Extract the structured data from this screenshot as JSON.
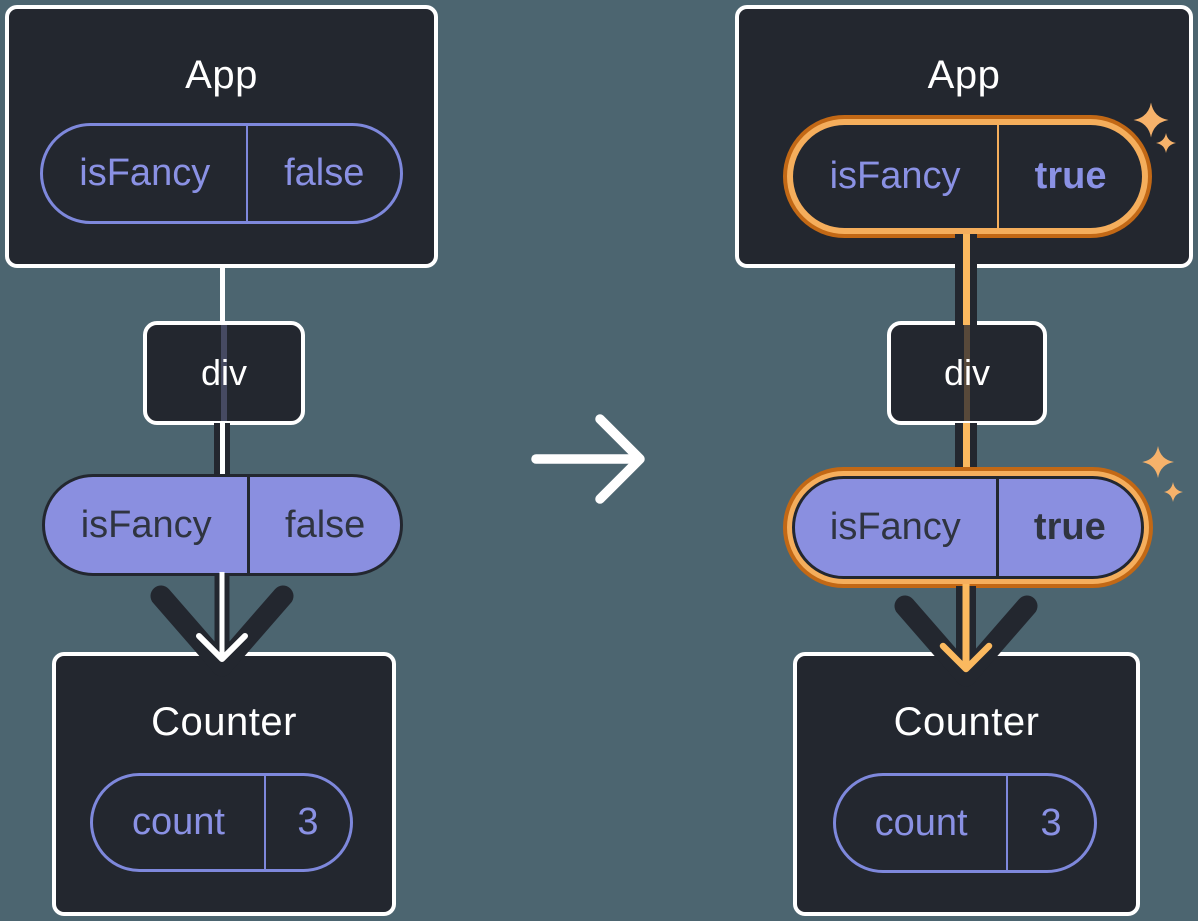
{
  "icons": {
    "transition": "arrow-right-icon",
    "prop_flow": "arrow-down-icon",
    "highlight": "sparkle-icon"
  },
  "colors": {
    "background": "#4C6570",
    "card_fill": "#23272F",
    "card_border": "#FFFFFF",
    "purple_text": "#8A91E4",
    "purple_stroke": "#7E88DC",
    "purple_fill": "#8A8FE0",
    "dark_ink": "#23272F",
    "text_on_purple": "#2F3440",
    "highlight_dark_orange": "#C26815",
    "highlight_light_orange": "#F5AE5C",
    "flow_orange": "#FBB95F",
    "white": "#FFFFFF"
  },
  "panels": {
    "before": {
      "app": {
        "title": "App",
        "state": {
          "name": "isFancy",
          "value": "false"
        }
      },
      "div_node": {
        "label": "div"
      },
      "passed_prop": {
        "name": "isFancy",
        "value": "false"
      },
      "counter": {
        "title": "Counter",
        "state": {
          "name": "count",
          "value": "3"
        }
      }
    },
    "after": {
      "app": {
        "title": "App",
        "state": {
          "name": "isFancy",
          "value": "true"
        }
      },
      "div_node": {
        "label": "div"
      },
      "passed_prop": {
        "name": "isFancy",
        "value": "true"
      },
      "counter": {
        "title": "Counter",
        "state": {
          "name": "count",
          "value": "3"
        }
      }
    }
  }
}
